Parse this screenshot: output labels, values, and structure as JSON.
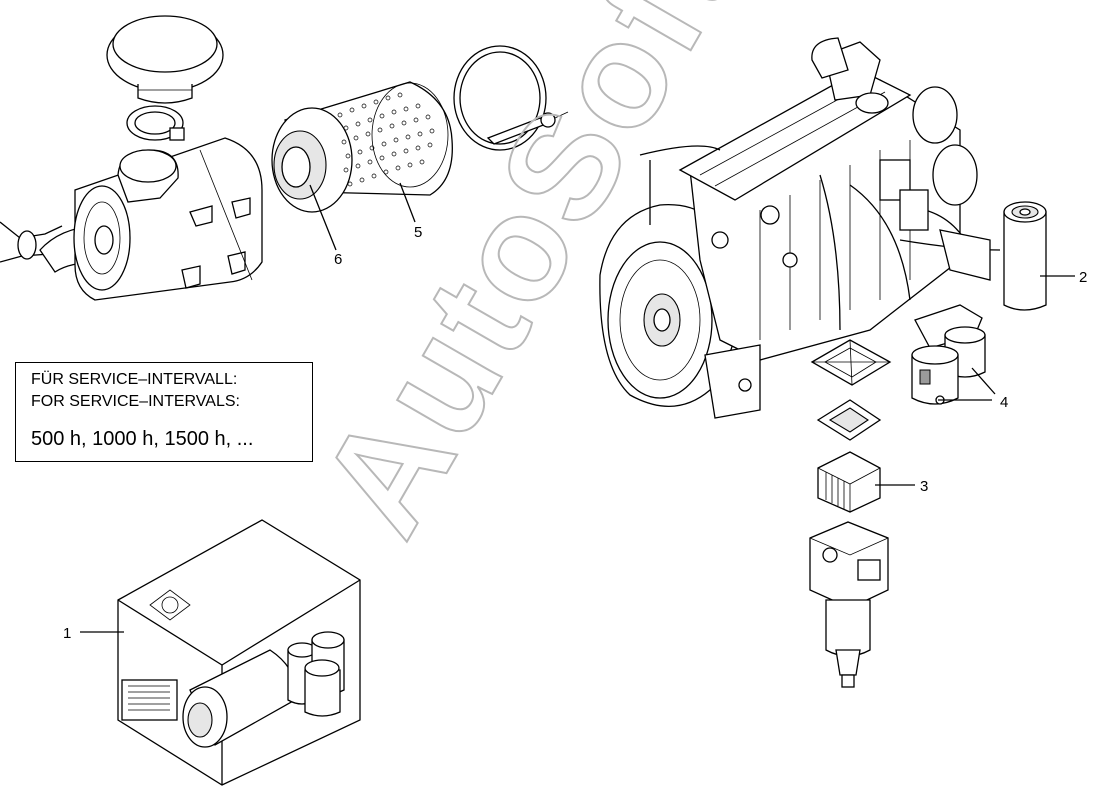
{
  "diagram": {
    "callouts": [
      {
        "id": "1",
        "label": "1"
      },
      {
        "id": "2",
        "label": "2"
      },
      {
        "id": "3",
        "label": "3"
      },
      {
        "id": "4",
        "label": "4"
      },
      {
        "id": "5",
        "label": "5"
      },
      {
        "id": "6",
        "label": "6"
      }
    ],
    "note": {
      "line1": "FÜR SERVICE–INTERVALL:",
      "line2": "FOR SERVICE–INTERVALS:",
      "line3": "500 h, 1000 h, 1500 h, ..."
    },
    "watermark": "AutoSoft"
  },
  "colors": {
    "line": "#000000",
    "background": "#ffffff",
    "watermark": "#b8b8b8"
  }
}
